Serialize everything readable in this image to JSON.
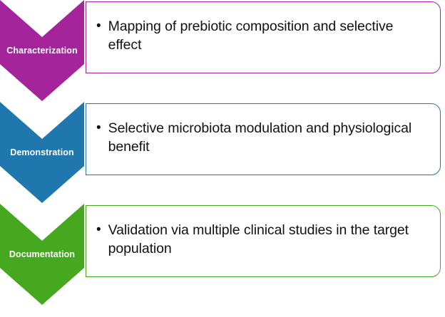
{
  "diagram": {
    "type": "chevron-process-flow",
    "background": "#ffffff",
    "stages": [
      {
        "key": "characterization",
        "label": "Characterization",
        "color": "#A5239B",
        "bullet_glyph": "•",
        "text": "Mapping of prebiotic composition and selective effect"
      },
      {
        "key": "demonstration",
        "label": "Demonstration",
        "color": "#2077AE",
        "bullet_glyph": "•",
        "text": "Selective microbiota modulation and physiological benefit"
      },
      {
        "key": "documentation",
        "label": "Documentation",
        "color": "#45A81E",
        "bullet_glyph": "•",
        "text": "Validation via multiple clinical studies in the target population"
      }
    ]
  }
}
